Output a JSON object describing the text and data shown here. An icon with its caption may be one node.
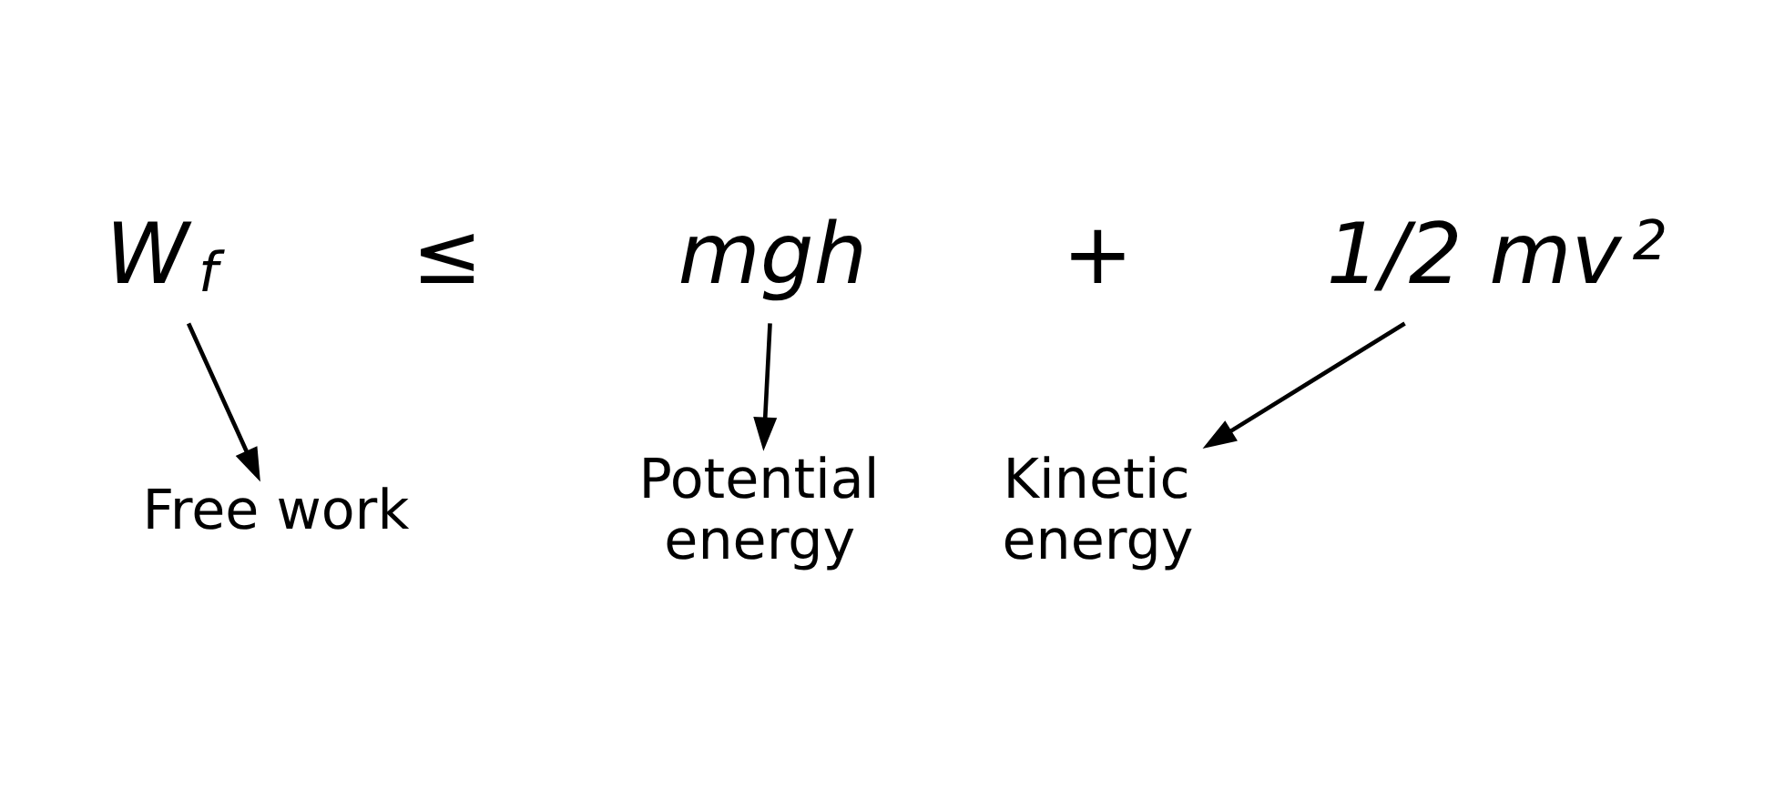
{
  "diagram": {
    "nodes": [
      {
        "text": [
          "W$_{f}$"
        ]
      },
      {
        "text": [
          "mgh"
        ]
      },
      {
        "text": [
          "1/2 mv$^{2}$"
        ]
      },
      {
        "text": [
          "Free work"
        ]
      },
      {
        "text": [
          "Potential energy"
        ]
      },
      {
        "text": [
          "Kinetic energy"
        ]
      }
    ],
    "edges": [
      {
        "from": 0,
        "to": 3,
        "arrow": "to"
      },
      {
        "from": 1,
        "to": 4,
        "arrow": "to"
      },
      {
        "from": 2,
        "to": 5,
        "arrow": "to"
      }
    ],
    "labels": [
      "≤",
      "+"
    ]
  }
}
